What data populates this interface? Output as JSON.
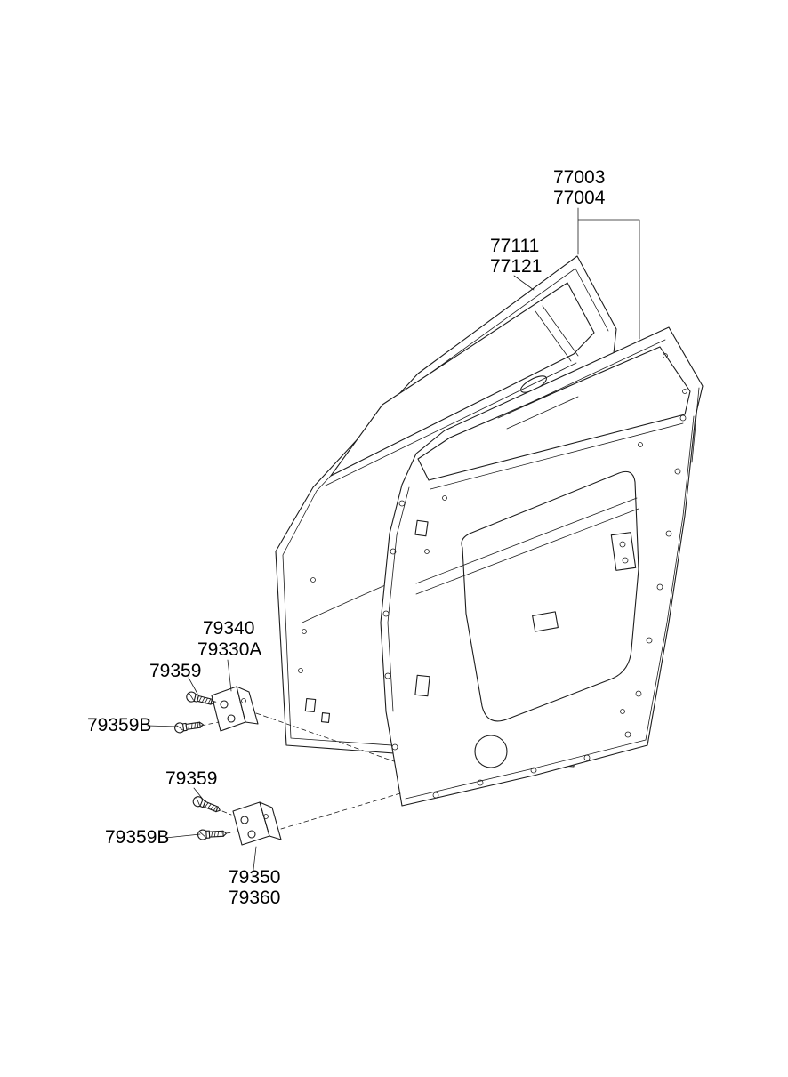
{
  "labels": {
    "assembly_line1": "77003",
    "assembly_line2": "77004",
    "outer_panel_line1": "77111",
    "outer_panel_line2": "77121",
    "hinge_upper_line1": "79340",
    "hinge_upper_line2": "79330A",
    "screw_upper": "79359",
    "screw_upper_b": "79359B",
    "screw_lower": "79359",
    "screw_lower_b": "79359B",
    "hinge_lower_line1": "79350",
    "hinge_lower_line2": "79360"
  },
  "colors": {
    "line": "#1c1c1c",
    "background": "#ffffff",
    "text": "#000000"
  }
}
